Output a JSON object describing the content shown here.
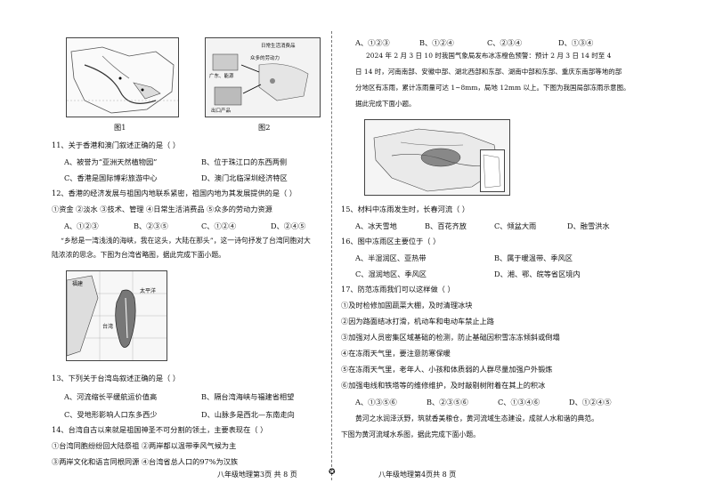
{
  "left": {
    "figure_captions": [
      "图1",
      "图2"
    ],
    "fig2_labels": [
      "日常生活消费品",
      "众多的劳动力",
      "广东、能源",
      "出口产品"
    ],
    "q11": {
      "stem": "11、关于香港和澳门叙述正确的是（ ）",
      "options": [
        "A、被誉为“亚洲天然植物园”",
        "B、位于珠江口的东西两侧",
        "C、香港是国际博彩旅游中心",
        "D、澳门北临深圳经济特区"
      ]
    },
    "q12": {
      "stem": "12、香港的经济发展与祖国内地联系紧密，祖国内地为其发展提供的是（ ）",
      "items": "①资金 ②淡水 ③技术、管理 ④日常生活消费品 ⑤众多的劳动力资源",
      "options": [
        "A、①②③",
        "B、②③⑤",
        "C、①②④",
        "D、②④⑤"
      ]
    },
    "poem_intro": [
      "“乡愁是一湾浅浅的海峡，我在这头，大陆在那头”，这一诗句抒发了台湾同胞对大",
      "陆浓浓的思念。下图为台湾省略图，据此完成下面小题。"
    ],
    "map_labels": [
      "福建",
      "太平洋",
      "台湾"
    ],
    "q13": {
      "stem": "13、下列关于台湾岛叙述正确的是（ ）",
      "options": [
        "A、河流缩长平缓航运价值高",
        "B、隔台湾海峡与福建省相望",
        "C、受地形影响人口东多西少",
        "D、山脉多是西北—东南走向"
      ]
    },
    "q14": {
      "stem": "14、台湾自古以来就是祖国神圣不可分割的领土，主要表现在（ ）",
      "items": [
        "①台湾同胞纷纷回大陆祭祖 ②两岸都以温带季风气候为主",
        "③两岸文化和语言同根同源 ④台湾省总人口的97%为汉族"
      ]
    },
    "footer": "八年级地理第3页 共 8 页"
  },
  "right": {
    "top_options": [
      "A、①②③",
      "B、①②④",
      "C、②③④",
      "D、①③④"
    ],
    "intro": [
      "2024 年 2 月 3 日 10 时我国气象局发布冰冻橙色预警：预计 2 月 3 日 14 时至 4",
      "日 14 时，河南南部、安徽中部、湖北西部和东部、湖南中部和东部、重庆东南部等地的部",
      "分地区有冻雨，累计冻雨量可达 1~8mm，局地 12mm 以上。下图为我国局部冻雨示意图。",
      "据此完成下面小题。"
    ],
    "q15": {
      "stem": "15、材料中冻雨发生时，长春河流（ ）",
      "options": [
        "A、冰天雪地",
        "B、百花齐放",
        "C、倾盆大雨",
        "D、融雪洪水"
      ]
    },
    "q16": {
      "stem": "16、图中冻雨区主要位于（ ）",
      "options": [
        "A、半湿润区、亚热带",
        "B、属于暖温带、季风区",
        "C、湿润地区、季风区",
        "D、湘、鄂、皖等省区境内"
      ]
    },
    "q17": {
      "stem": "17、防范冻雨我们可以这样做（ ）",
      "items": [
        "①及时检修加固蔬菜大棚，及时清理冰块",
        "②因为路面结冰打滑，机动车和电动车禁止上路",
        "③加强对人员密集区域基础的检测，防止基础因积雪冻冻倾斜或倒塌",
        "④在冻雨天气里，要注意防寒保暖",
        "⑤在冻雨天气里，老年人、小孩和体质弱的人群尽量加强户外锻炼",
        "⑥加强电线和铁塔等的维修维护，及时敲剔树附着在其上的积冰"
      ],
      "options": [
        "A、①③⑤⑥",
        "B、②③⑤⑥",
        "C、①③④⑥",
        "D、①②④⑤"
      ]
    },
    "yellow_river": [
      "黄河之水润泽沃野，筑就香美粮仓，黄河流域生态建设，成就人水和谐的典范。",
      "下图为黄河流域水系图，据此完成下面小题。"
    ],
    "footer": "八年级地理第4页共 8 页"
  }
}
